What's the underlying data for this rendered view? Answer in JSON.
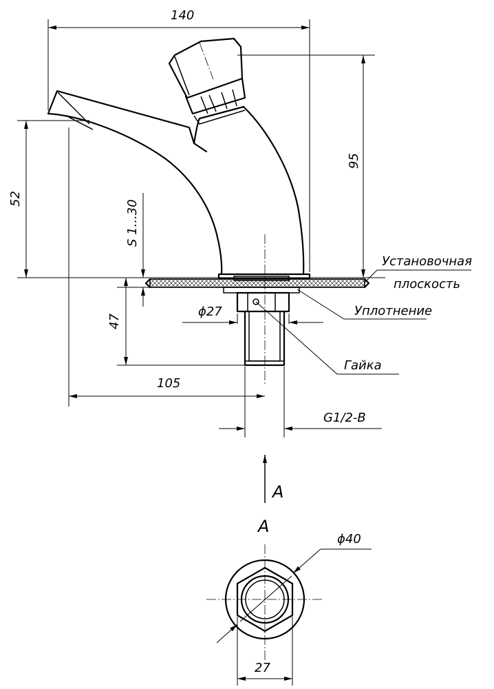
{
  "dimensions": {
    "overall_width": "140",
    "spout_height": "52",
    "total_height": "95",
    "thread_length": "47",
    "spout_reach": "105",
    "counter_thickness": "S 1...30",
    "nut_diameter": "ϕ27",
    "thread_size": "G1/2-B",
    "view_outer_diameter": "ϕ40",
    "view_nut_size": "27"
  },
  "labels": {
    "mounting_plane_line1": "Установочная",
    "mounting_plane_line2": "плоскость",
    "seal": "Уплотнение",
    "nut": "Гайка",
    "view_arrow": "A",
    "view_title": "A"
  },
  "colors": {
    "line": "#000000",
    "background": "#ffffff"
  }
}
